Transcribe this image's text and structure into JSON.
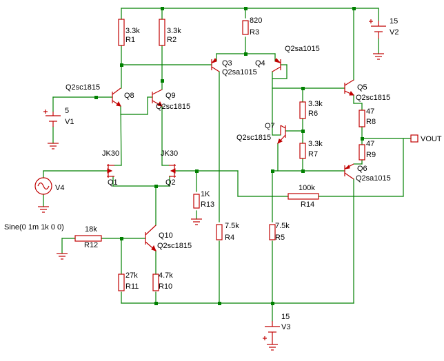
{
  "colors": {
    "wire": "#008000",
    "component": "#c00000",
    "text": "#000000",
    "background": "#ffffff"
  },
  "labels": {
    "R1_val": "3.3k",
    "R1_name": "R1",
    "R2_val": "3.3k",
    "R2_name": "R2",
    "R3_val": "820",
    "R3_name": "R3",
    "V2_val": "15",
    "V2_name": "V2",
    "Q3_name": "Q3",
    "Q3_model": "Q2sa1015",
    "Q4_name": "Q4",
    "Q4_model": "Q2sa1015",
    "Q8_model": "Q2sc1815",
    "Q8_name": "Q8",
    "Q9_name": "Q9",
    "Q9_model": "Q2sc1815",
    "V1_val": "5",
    "V1_name": "V1",
    "Q5_name": "Q5",
    "Q5_model": "Q2sc1815",
    "R6_val": "3.3k",
    "R6_name": "R6",
    "R7_val": "3.3k",
    "R7_name": "R7",
    "Q7_name": "Q7",
    "Q7_model": "Q2sc1815",
    "R8_val": "47",
    "R8_name": "R8",
    "R9_val": "47",
    "R9_name": "R9",
    "vout": "VOUT",
    "Q1_model": "JK30",
    "Q1_name": "Q1",
    "Q2_model": "JK30",
    "Q2_name": "Q2",
    "V4_name": "V4",
    "Q6_name": "Q6",
    "Q6_model": "Q2sa1015",
    "R13_val": "1K",
    "R13_name": "R13",
    "R14_val": "100k",
    "R14_name": "R14",
    "sine": "Sine(0 1m 1k 0 0)",
    "R12_val": "18k",
    "R12_name": "R12",
    "Q10_name": "Q10",
    "Q10_model": "Q2sc1815",
    "R4_val": "7.5k",
    "R4_name": "R4",
    "R5_val": "7.5k",
    "R5_name": "R5",
    "R11_val": "27k",
    "R11_name": "R11",
    "R10_val": "4.7k",
    "R10_name": "R10",
    "V3_val": "15",
    "V3_name": "V3"
  }
}
